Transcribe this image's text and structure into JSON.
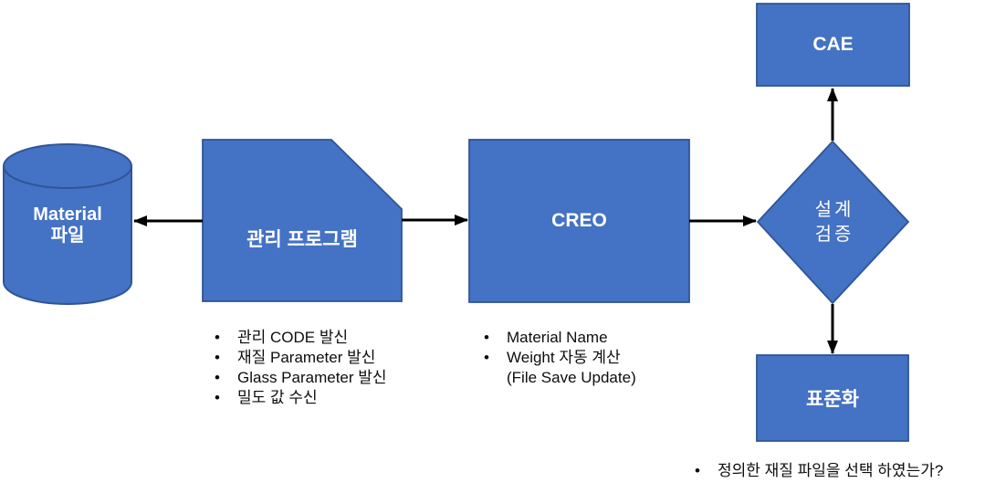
{
  "colors": {
    "fill": "#4472C4",
    "border": "#2F5597",
    "arrow": "#000000",
    "label": "#FFFFFF",
    "text": "#0D0D0D"
  },
  "nodes": {
    "material": {
      "label": "Material\n파일"
    },
    "mgmt": {
      "label": "관리 프로그램"
    },
    "creo": {
      "label": "CREO"
    },
    "design": {
      "label": "설계\n검증"
    },
    "cae": {
      "label": "CAE"
    },
    "std": {
      "label": "표준화"
    }
  },
  "notes": {
    "mgmt": {
      "items": [
        "관리 CODE 발신",
        "재질 Parameter 발신",
        "Glass Parameter 발신",
        "밀도 값 수신"
      ]
    },
    "creo": {
      "items": [
        "Material Name",
        "Weight 자동 계산"
      ],
      "continuation": "(File Save Update)"
    },
    "std": {
      "items": [
        "정의한 재질 파일을 선택 하였는가?"
      ]
    }
  }
}
